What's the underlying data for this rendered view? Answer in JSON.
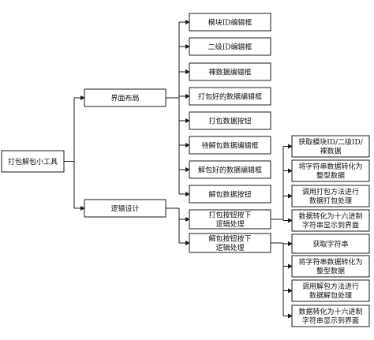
{
  "diagram": {
    "nodes": [
      {
        "id": "root",
        "lines": [
          "打包解包小工具"
        ]
      },
      {
        "id": "ui",
        "lines": [
          "界面布局"
        ]
      },
      {
        "id": "logic",
        "lines": [
          "逻辑设计"
        ]
      },
      {
        "id": "ui_1",
        "lines": [
          "模块ID编辑框"
        ]
      },
      {
        "id": "ui_2",
        "lines": [
          "二级ID编辑框"
        ]
      },
      {
        "id": "ui_3",
        "lines": [
          "裸数据编辑框"
        ]
      },
      {
        "id": "ui_4",
        "lines": [
          "打包好的数据编辑框"
        ]
      },
      {
        "id": "ui_5",
        "lines": [
          "打包数据按钮"
        ]
      },
      {
        "id": "ui_6",
        "lines": [
          "待解包数据编辑框"
        ]
      },
      {
        "id": "ui_7",
        "lines": [
          "解包好的数据编辑框"
        ]
      },
      {
        "id": "ui_8",
        "lines": [
          "解包数据按钮"
        ]
      },
      {
        "id": "pack",
        "lines": [
          "打包按钮按下",
          "逻辑处理"
        ]
      },
      {
        "id": "unpack",
        "lines": [
          "解包按钮按下",
          "逻辑处理"
        ]
      },
      {
        "id": "pack_1",
        "lines": [
          "获取模块ID/二级ID/",
          "裸数据"
        ]
      },
      {
        "id": "pack_2",
        "lines": [
          "将字符串数据转化为",
          "整型数据"
        ]
      },
      {
        "id": "pack_3",
        "lines": [
          "调用打包方法进行",
          "数据打包处理"
        ]
      },
      {
        "id": "pack_4",
        "lines": [
          "数据转化为十六进制",
          "字符串显示到界面"
        ]
      },
      {
        "id": "unpack_1",
        "lines": [
          "获取字符串"
        ]
      },
      {
        "id": "unpack_2",
        "lines": [
          "将字符串数据转化为",
          "整型数据"
        ]
      },
      {
        "id": "unpack_3",
        "lines": [
          "调用解包方法进行",
          "数据解包处理"
        ]
      },
      {
        "id": "unpack_4",
        "lines": [
          "数据转化为十六进制",
          "字符串显示到界面"
        ]
      }
    ],
    "edges": [
      {
        "from": "root",
        "to": "ui"
      },
      {
        "from": "root",
        "to": "logic"
      },
      {
        "from": "ui",
        "to": "ui_1"
      },
      {
        "from": "ui",
        "to": "ui_2"
      },
      {
        "from": "ui",
        "to": "ui_3"
      },
      {
        "from": "ui",
        "to": "ui_4"
      },
      {
        "from": "ui",
        "to": "ui_5"
      },
      {
        "from": "ui",
        "to": "ui_6"
      },
      {
        "from": "ui",
        "to": "ui_7"
      },
      {
        "from": "ui",
        "to": "ui_8"
      },
      {
        "from": "logic",
        "to": "pack"
      },
      {
        "from": "logic",
        "to": "unpack"
      },
      {
        "from": "pack",
        "to": "pack_1"
      },
      {
        "from": "pack",
        "to": "pack_2"
      },
      {
        "from": "pack",
        "to": "pack_3"
      },
      {
        "from": "pack",
        "to": "pack_4"
      },
      {
        "from": "unpack",
        "to": "unpack_1"
      },
      {
        "from": "unpack",
        "to": "unpack_2"
      },
      {
        "from": "unpack",
        "to": "unpack_3"
      },
      {
        "from": "unpack",
        "to": "unpack_4"
      }
    ]
  }
}
